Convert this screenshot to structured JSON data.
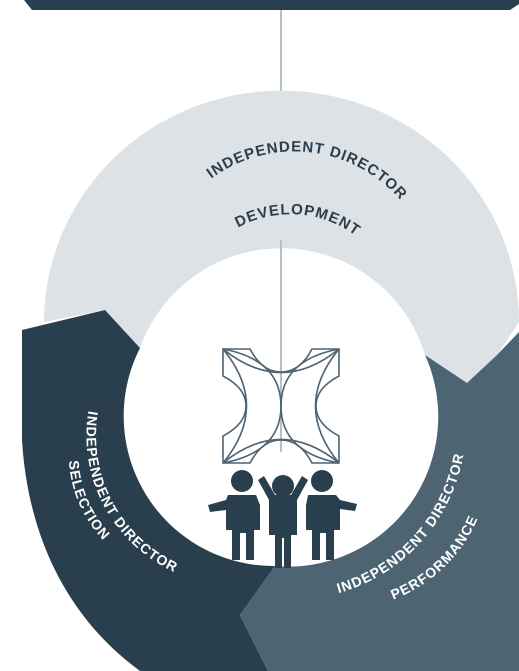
{
  "segments": [
    {
      "id": "development",
      "lines": [
        "INDEPENDENT DIRECTOR",
        "DEVELOPMENT"
      ],
      "color": "#dde2e6",
      "text_color": "#2c3e4c"
    },
    {
      "id": "selection",
      "lines": [
        "INDEPENDENT DIRECTOR",
        "SELECTION"
      ],
      "color": "#2a3f4e",
      "text_color": "#ffffff"
    },
    {
      "id": "performance",
      "lines": [
        "INDEPENDENT DIRECTOR",
        "PERFORMANCE"
      ],
      "color": "#4d6472",
      "text_color": "#ffffff"
    }
  ],
  "colors": {
    "top_bar": "#2a3f4e",
    "connector": "#b8c0c7",
    "logo_stroke": "#4d6472",
    "people": "#2a3f4e"
  },
  "icons": [
    "logo-cross-icon",
    "people-group-icon"
  ]
}
